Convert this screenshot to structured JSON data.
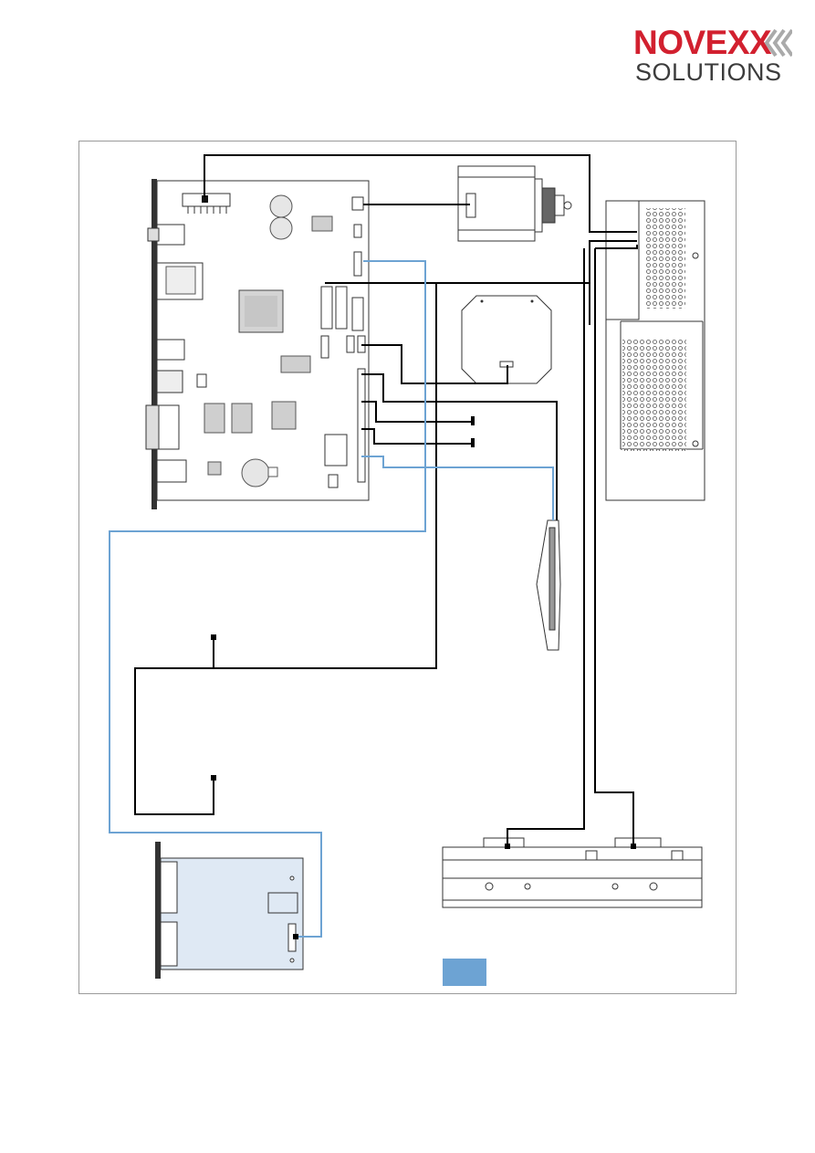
{
  "logo": {
    "line1": "NOVEXX",
    "line2": "SOLUTIONS",
    "brand_color": "#d2202f",
    "text_color": "#3c3c3c"
  },
  "diagram": {
    "components": [
      "main-controller-board",
      "stepper-motor",
      "power-supply",
      "interface-board",
      "sensor-board",
      "dispensing-edge-sensor",
      "printhead",
      "option-interface-board"
    ],
    "cable_colors": {
      "power_signal": "#000000",
      "data": "#6da3d3"
    }
  },
  "legend": {
    "swatch_color": "#6da3d3"
  }
}
